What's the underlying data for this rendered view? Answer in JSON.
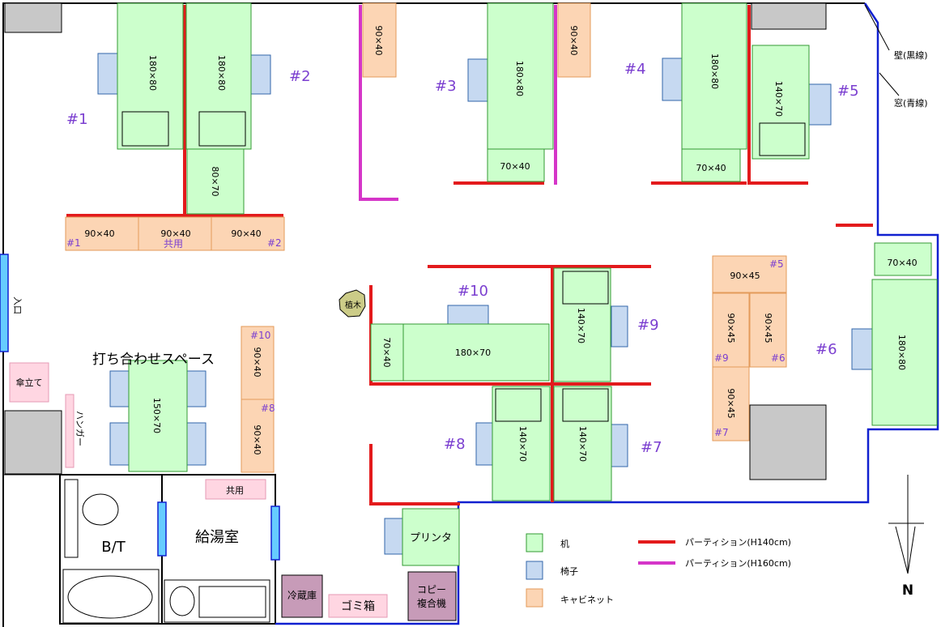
{
  "workstations": {
    "ws1": "#1",
    "ws2": "#2",
    "ws3": "#3",
    "ws4": "#4",
    "ws5": "#5",
    "ws6": "#6",
    "ws7": "#7",
    "ws8": "#8",
    "ws9": "#9",
    "ws10": "#10"
  },
  "sizes": {
    "d180x80": "180×80",
    "d80x70": "80×70",
    "d70x40": "70×40",
    "d140x70": "140×70",
    "d180x70": "180×70",
    "d150x70": "150×70",
    "c90x40": "90×40",
    "c90x45": "90×45"
  },
  "cabinet_tags": {
    "shared": "共用",
    "t1": "#1",
    "t2": "#2",
    "t5": "#5",
    "t6": "#6",
    "t7": "#7",
    "t8": "#8",
    "t9": "#9",
    "t10": "#10"
  },
  "rooms": {
    "entrance": "入口",
    "umbrella": "傘立て",
    "hanger": "ハンガー",
    "meeting": "打ち合わせスペース",
    "bath": "B/T",
    "kitchen": "給湯室",
    "shared": "共用",
    "fridge": "冷蔵庫",
    "trash": "ゴミ箱",
    "copier_line1": "コピー",
    "copier_line2": "複合機",
    "printer": "プリンタ",
    "plant": "植木"
  },
  "annotations": {
    "wall": "壁(黒線)",
    "window": "窓(青線)",
    "north": "N"
  },
  "legend": {
    "desk": "机",
    "chair": "椅子",
    "cabinet": "キャビネット",
    "partition140": "パーティション(H140cm)",
    "partition160": "パーティション(H160cm)"
  },
  "colors": {
    "desk": "#CCFFCC",
    "desk_border": "#339933",
    "chair": "#C6D9F1",
    "chair_border": "#3366AA",
    "cabinet": "#FCD5B4",
    "cabinet_border": "#E39A5A",
    "partition140": "#E31A1C",
    "partition160": "#D535C8",
    "wall": "#000000",
    "window": "#1020D0",
    "window_fill": "#66CCFF",
    "pillar": "#C8C8C8",
    "pink": "#FFD6E2",
    "pink_border": "#E69AB4",
    "fridge": "#C79BB8",
    "plant": "#CCCC88",
    "workstation_label": "#7B3FD0"
  }
}
